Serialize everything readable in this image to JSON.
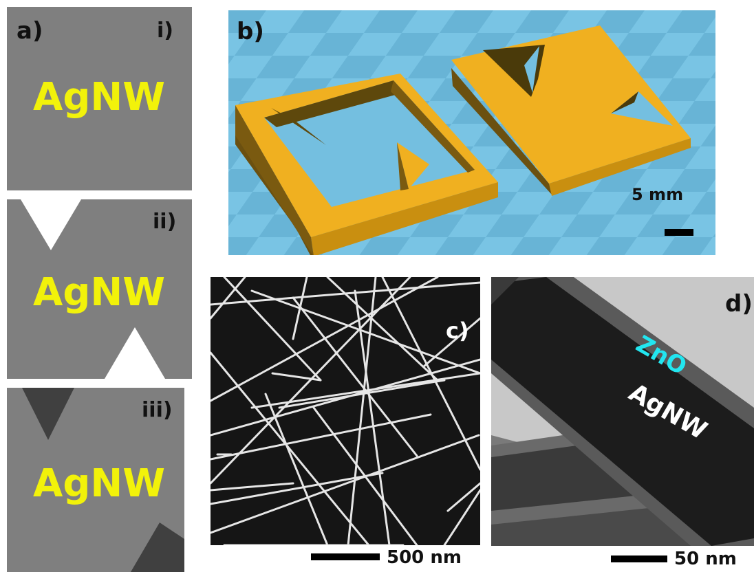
{
  "panel_a": {
    "letter": "a)",
    "sub_i": "i)",
    "sub_ii": "ii)",
    "sub_iii": "iii)",
    "material": "AgNW",
    "colors": {
      "background": "#7f7f7f",
      "text": "#f2f20a",
      "triangle_ii": "#ffffff",
      "triangle_iii": "#404040"
    }
  },
  "panel_b": {
    "letter": "b)",
    "scale_label": "5 mm",
    "colors": {
      "floor": "#74bfe0",
      "mask": "#f0b020"
    }
  },
  "panel_c": {
    "letter": "c)",
    "scale_label": "500 nm"
  },
  "panel_d": {
    "letter": "d)",
    "shell_label": "ZnO",
    "core_label": "AgNW",
    "scale_label": "50 nm",
    "colors": {
      "shell_text": "#22e6f0",
      "core_text": "#ffffff"
    }
  }
}
